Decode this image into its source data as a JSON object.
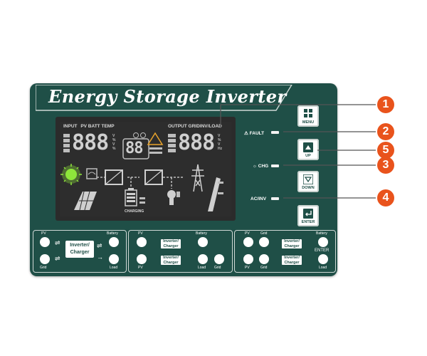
{
  "title": "Energy Storage Inverter",
  "lcd": {
    "input_label": "INPUT",
    "pv_label": "PV",
    "batt_label": "BATT",
    "temp_label": "TEMP",
    "output_label": "OUTPUT",
    "grid_label": "GRID",
    "inv_label": "INV",
    "load_label": "LOAD",
    "left_digits": "888",
    "mid_digits": "88",
    "right_digits": "888",
    "charging_label": "CHARGING"
  },
  "buttons": {
    "menu": "MENU",
    "up": "UP",
    "down": "DOWN",
    "enter": "ENTER"
  },
  "indicators": {
    "fault": "FAULT",
    "chg": "CHG",
    "acinv": "AC/INV"
  },
  "callouts": [
    "1",
    "2",
    "5",
    "3",
    "4"
  ],
  "modes": {
    "m1": {
      "pv": "PV",
      "battery": "Battery",
      "grid": "Grid",
      "load": "Load",
      "inverter_line1": "Inverter/",
      "inverter_line2": "Charger"
    },
    "m2": {
      "pv": "PV",
      "battery": "Battery",
      "pv2": "PV",
      "load": "Load",
      "grid": "Grid",
      "inverter_line1": "Inverter/",
      "inverter_line2": "Charger"
    },
    "m3": {
      "pv": "PV",
      "grid": "Grid",
      "battery": "Battery",
      "pv2": "PV",
      "grid2": "Grid",
      "load": "Load",
      "enter": "ENTER",
      "inverter_line1": "Inverter/",
      "inverter_line2": "Charger"
    }
  },
  "colors": {
    "panel": "#1f4f47",
    "lcd_green": "#8ee63b",
    "callout": "#e9531c"
  },
  "icons": [
    "menu-icon",
    "up-arrow-icon",
    "down-arrow-icon",
    "enter-icon",
    "sun-icon",
    "solar-panel-icon",
    "battery-icon",
    "pylon-icon",
    "bulb-icon",
    "inverter-icon"
  ]
}
